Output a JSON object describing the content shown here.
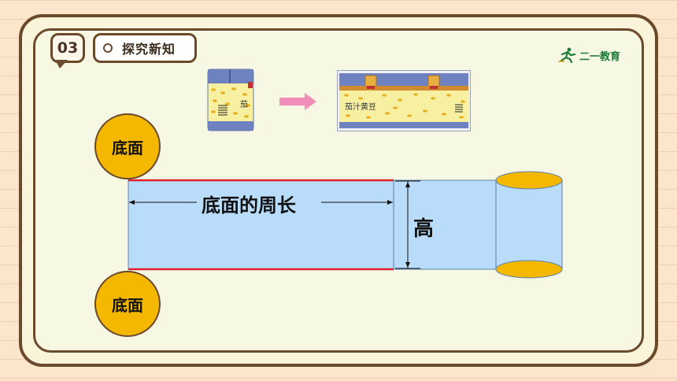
{
  "section": {
    "number": "03",
    "title": "探究新知"
  },
  "brand": {
    "name": "二一教育"
  },
  "product": {
    "can_label": "茄",
    "flat_label": "茄汁黄豆"
  },
  "diagram": {
    "top_base_label": "底面",
    "bottom_base_label": "底面",
    "circumference_label": "底面的周长",
    "height_label": "高"
  },
  "colors": {
    "rect_fill": "#b8dcfa",
    "base_fill": "#f5b800",
    "edge_red": "#e0202a",
    "arrow_pink": "#f28cb8",
    "frame_brown": "#6b4a2b"
  }
}
